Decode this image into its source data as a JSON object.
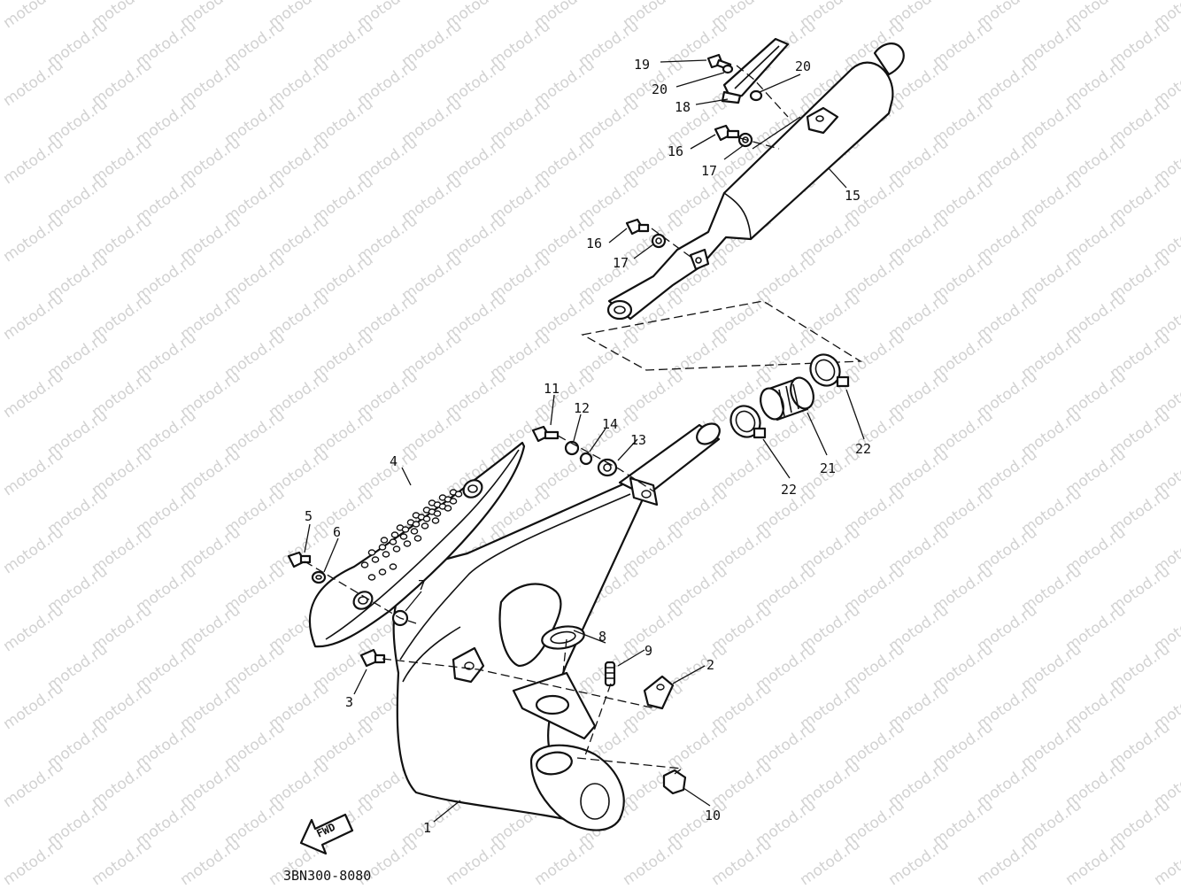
{
  "diagram": {
    "code": "3BN300-8080",
    "watermark": "motod.ru",
    "fwd_label": "FWD",
    "parts": [
      {
        "id": "p1",
        "number": "1"
      },
      {
        "id": "p2",
        "number": "2"
      },
      {
        "id": "p3",
        "number": "3"
      },
      {
        "id": "p4",
        "number": "4"
      },
      {
        "id": "p5",
        "number": "5"
      },
      {
        "id": "p6",
        "number": "6"
      },
      {
        "id": "p7",
        "number": "7"
      },
      {
        "id": "p8",
        "number": "8"
      },
      {
        "id": "p9",
        "number": "9"
      },
      {
        "id": "p10",
        "number": "10"
      },
      {
        "id": "p11",
        "number": "11"
      },
      {
        "id": "p12",
        "number": "12"
      },
      {
        "id": "p13",
        "number": "13"
      },
      {
        "id": "p14",
        "number": "14"
      },
      {
        "id": "p15",
        "number": "15"
      },
      {
        "id": "p16a",
        "number": "16"
      },
      {
        "id": "p16b",
        "number": "16"
      },
      {
        "id": "p17a",
        "number": "17"
      },
      {
        "id": "p17b",
        "number": "17"
      },
      {
        "id": "p18",
        "number": "18"
      },
      {
        "id": "p19",
        "number": "19"
      },
      {
        "id": "p20a",
        "number": "20"
      },
      {
        "id": "p20b",
        "number": "20"
      },
      {
        "id": "p21",
        "number": "21"
      },
      {
        "id": "p22a",
        "number": "22"
      },
      {
        "id": "p22b",
        "number": "22"
      }
    ]
  }
}
